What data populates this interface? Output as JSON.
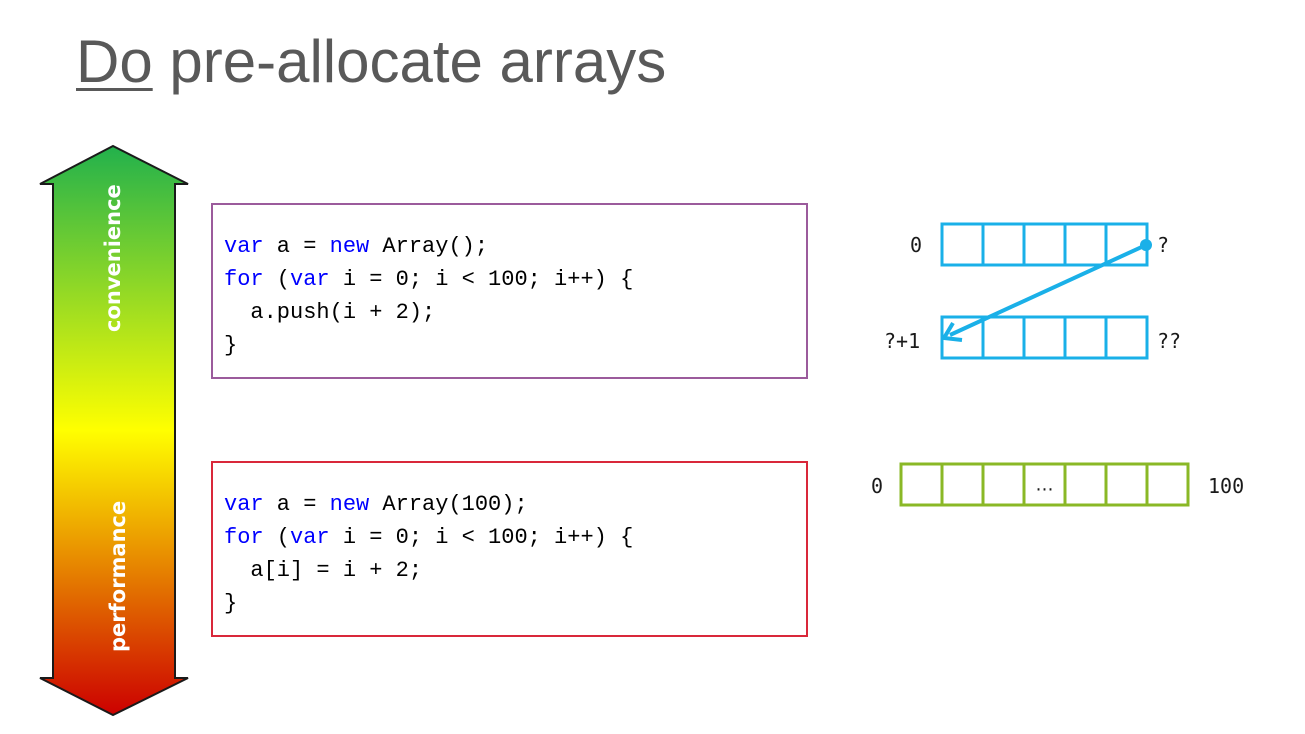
{
  "slide": {
    "title_emphasis": "Do",
    "title_rest": " pre-allocate arrays"
  },
  "scale": {
    "top_label": "convenience",
    "bottom_label": "performance",
    "gradient": [
      "#22b14c",
      "#ffff00",
      "#cc0000"
    ]
  },
  "code_top": {
    "border_color": "#9b5b9c",
    "lines": [
      [
        {
          "t": "var",
          "k": true
        },
        {
          "t": " a = "
        },
        {
          "t": "new",
          "k": true
        },
        {
          "t": " Array();"
        }
      ],
      [
        {
          "t": "for",
          "k": true
        },
        {
          "t": " ("
        },
        {
          "t": "var",
          "k": true
        },
        {
          "t": " i = 0; i < 100; i++) {"
        }
      ],
      [
        {
          "t": "  a.push(i + 2);"
        }
      ],
      [
        {
          "t": "}"
        }
      ]
    ]
  },
  "code_bottom": {
    "border_color": "#d9283a",
    "lines": [
      [
        {
          "t": "var",
          "k": true
        },
        {
          "t": " a = "
        },
        {
          "t": "new",
          "k": true
        },
        {
          "t": " Array(100);"
        }
      ],
      [
        {
          "t": "for",
          "k": true
        },
        {
          "t": " ("
        },
        {
          "t": "var",
          "k": true
        },
        {
          "t": " i = 0; i < 100; i++) {"
        }
      ],
      [
        {
          "t": "  a[i] = i + 2;"
        }
      ],
      [
        {
          "t": "}"
        }
      ]
    ]
  },
  "dynamic_array": {
    "color": "#1ab0e8",
    "row1_start": "0",
    "row1_end": "?",
    "row2_start": "?+1",
    "row2_end": "??"
  },
  "static_array": {
    "color": "#8ab826",
    "start": "0",
    "middle": "…",
    "end": "100"
  }
}
